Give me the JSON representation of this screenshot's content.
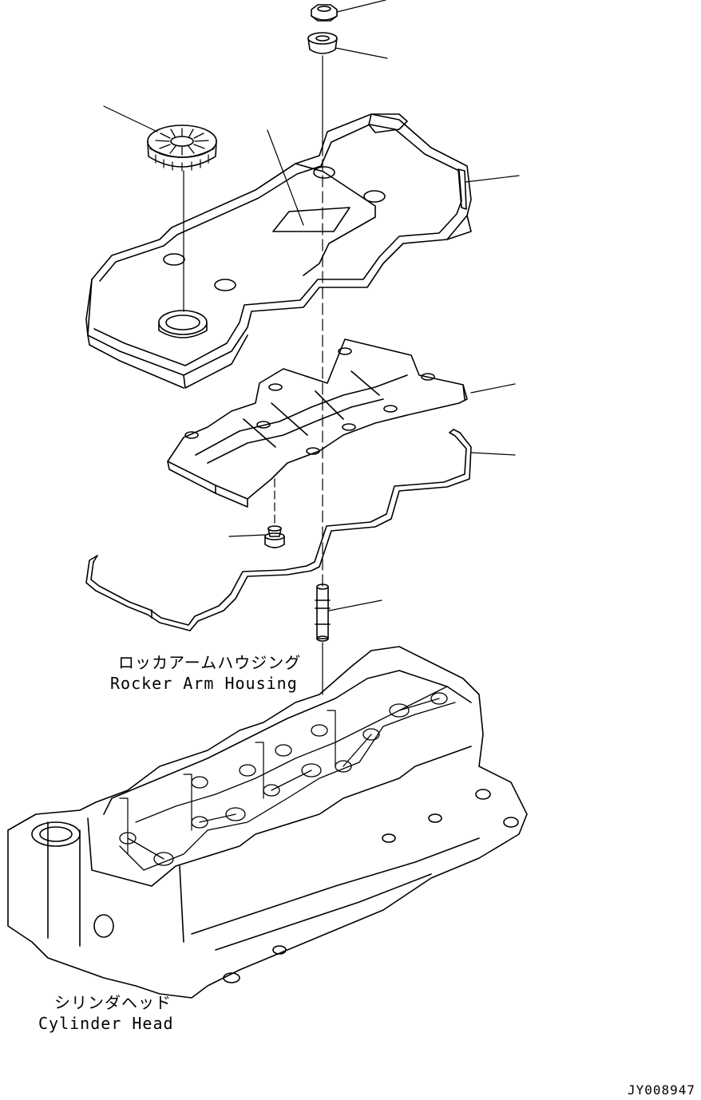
{
  "labels": {
    "rocker_arm_housing_jp": "ロッカアームハウジング",
    "rocker_arm_housing_en": "Rocker Arm Housing",
    "cylinder_head_jp": "シリンダヘッド",
    "cylinder_head_en": "Cylinder Head",
    "drawing_code": "JY008947"
  },
  "colors": {
    "line": "#000000",
    "background": "#ffffff"
  }
}
